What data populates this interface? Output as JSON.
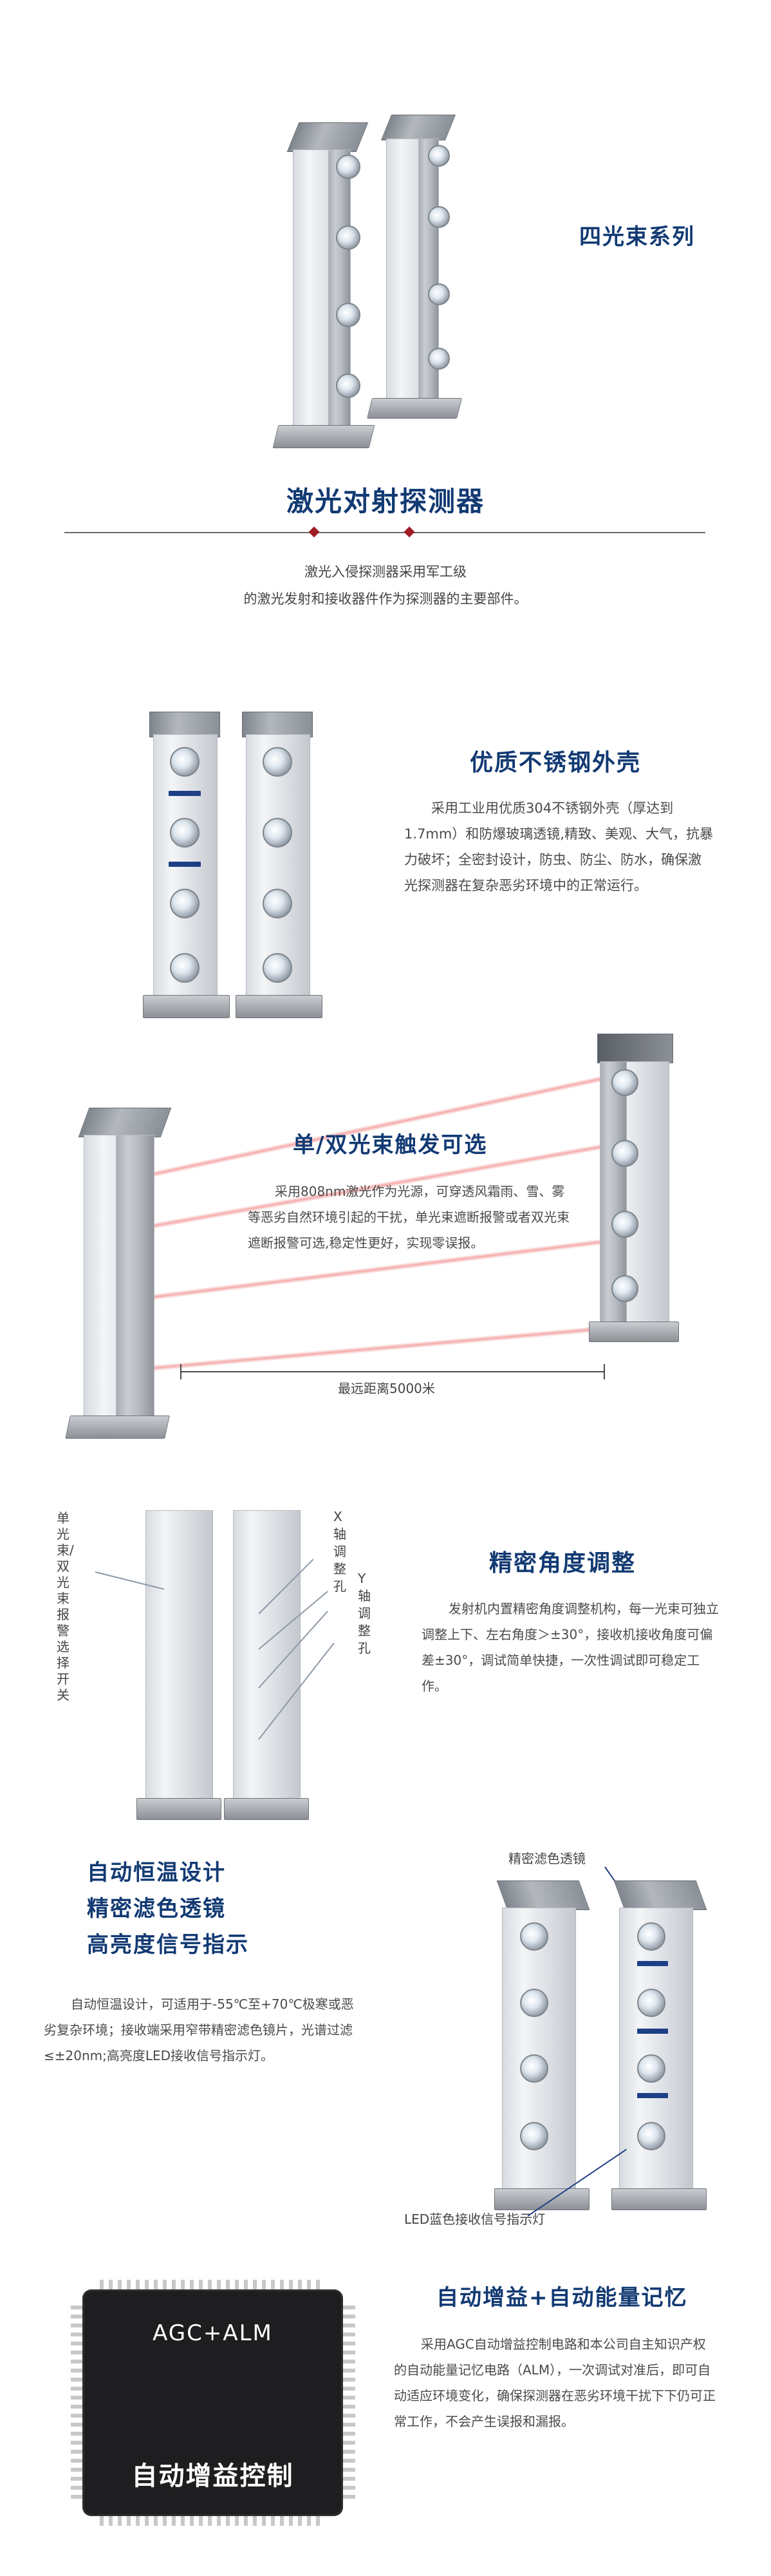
{
  "section1": {
    "series_title": "四光束系列",
    "product_title": "激光对射探测器",
    "intro_lines": [
      "激光入侵探测器采用军工级",
      "的激光发射和接收器件作为探测器的主要部件。"
    ]
  },
  "section2": {
    "title": "优质不锈钢外壳",
    "text": "采用工业用优质304不锈钢外壳（厚达到1.7mm）和防爆玻璃透镜,精致、美观、大气，抗暴力破坏；全密封设计，防虫、防尘、防水，确保激光探测器在复杂恶劣环境中的正常运行。"
  },
  "section3": {
    "title": "单/双光束触发可选",
    "text": "采用808nm激光作为光源，可穿透风霜雨、雪、雾等恶劣自然环境引起的干扰，单光束遮断报警或者双光束遮断报警可选,稳定性更好，实现零误报。",
    "distance_label": "最远距离5000米"
  },
  "section4": {
    "title": "精密角度调整",
    "text": "发射机内置精密角度调整机构，每一光束可独立调整上下、左右角度＞±30°，接收机接收角度可偏差±30°，调试简单快捷，一次性调试即可稳定工作。",
    "switch_label": "单光束/双光束报警选择开关",
    "x_label": "X轴调整孔",
    "y_label": "Y轴调整孔"
  },
  "section5": {
    "titles": [
      "自动恒温设计",
      "精密滤色透镜",
      "高亮度信号指示"
    ],
    "text": "自动恒温设计，可适用于-55℃至+70℃极寒或恶劣复杂环境；接收端采用窄带精密滤色镜片，光谱过滤≤±20nm;高亮度LED接收信号指示灯。",
    "filter_label": "精密滤色透镜",
    "led_label": "LED蓝色接收信号指示灯"
  },
  "section6": {
    "chip_top": "AGC+ALM",
    "chip_bottom": "自动增益控制",
    "title": "自动增益+自动能量记忆",
    "text": "采用AGC自动增益控制电路和本公司自主知识产权的自动能量记忆电路（ALM），一次调试对准后，即可自动适应环境变化，确保探测器在恶劣环境干扰下下仍可正常工作，不会产生误报和漏报。"
  },
  "colors": {
    "title_blue": "#123a73",
    "accent_red": "#a11d25",
    "beam_red": "#ec6464"
  }
}
